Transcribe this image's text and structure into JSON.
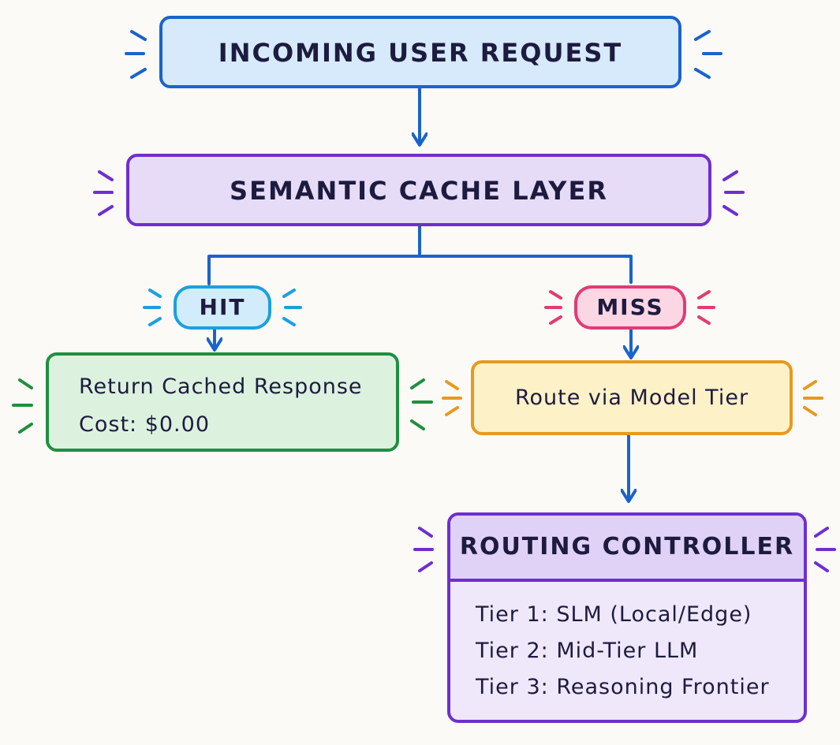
{
  "colors": {
    "blue": "#1a63cc",
    "purple": "#6e2fd0",
    "green": "#1f8f3f",
    "orange": "#e59a1e",
    "pink": "#e33a75",
    "cyan": "#1ba0df",
    "arrow": "#1a63cc"
  },
  "nodes": {
    "incoming": {
      "label": "INCOMING USER REQUEST"
    },
    "cache": {
      "label": "SEMANTIC CACHE LAYER"
    },
    "hit": {
      "label": "HIT"
    },
    "miss": {
      "label": "MISS"
    },
    "cached": {
      "line1": "Return Cached Response",
      "line2": "Cost: $0.00"
    },
    "route": {
      "label": "Route via Model Tier"
    },
    "controller": {
      "title": "ROUTING CONTROLLER",
      "tiers": [
        "Tier 1: SLM (Local/Edge)",
        "Tier 2: Mid-Tier LLM",
        "Tier 3: Reasoning Frontier"
      ]
    }
  }
}
